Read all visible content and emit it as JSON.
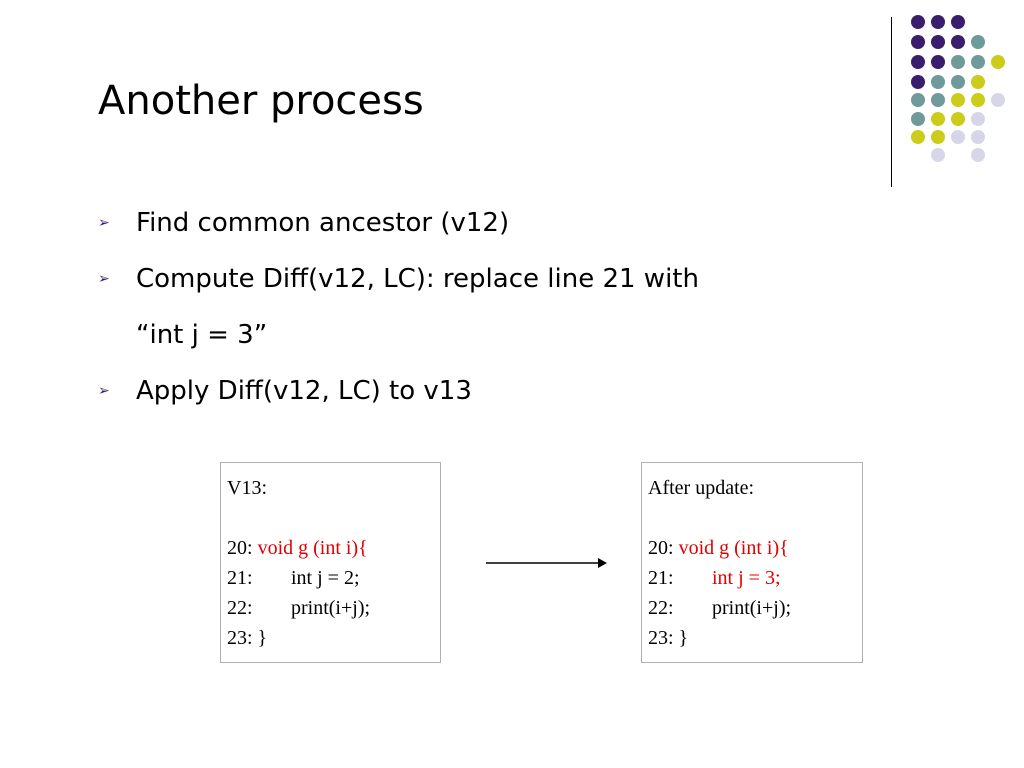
{
  "slide": {
    "title": "Another process",
    "bullets": [
      {
        "text": "Find common ancestor (v12)",
        "cont": ""
      },
      {
        "text": "Compute Diff(v12, LC): replace line 21 with",
        "cont": "“int j = 3”"
      },
      {
        "text": "Apply Diff(v12, LC) to v13",
        "cont": ""
      }
    ]
  },
  "before_box": {
    "header": "V13:",
    "l20_num": "20: ",
    "l20_code": "void g (int i){",
    "l21_num": "21:",
    "l21_code": "int j = 2;",
    "l22_num": "22:",
    "l22_code": "print(i+j);",
    "l23": "23: }"
  },
  "after_box": {
    "header": "After update:",
    "l20_num": "20: ",
    "l20_code": "void g (int i){",
    "l21_num": "21:",
    "l21_code": "int j = 3;",
    "l22_num": "22:",
    "l22_code": "print(i+j);",
    "l23": "23: }"
  },
  "colors": {
    "purple": "#3b1d6e",
    "teal": "#6e9a9a",
    "yellow": "#cccc1a",
    "lavender": "#d6d6e8",
    "highlight_red": "#e00000"
  }
}
